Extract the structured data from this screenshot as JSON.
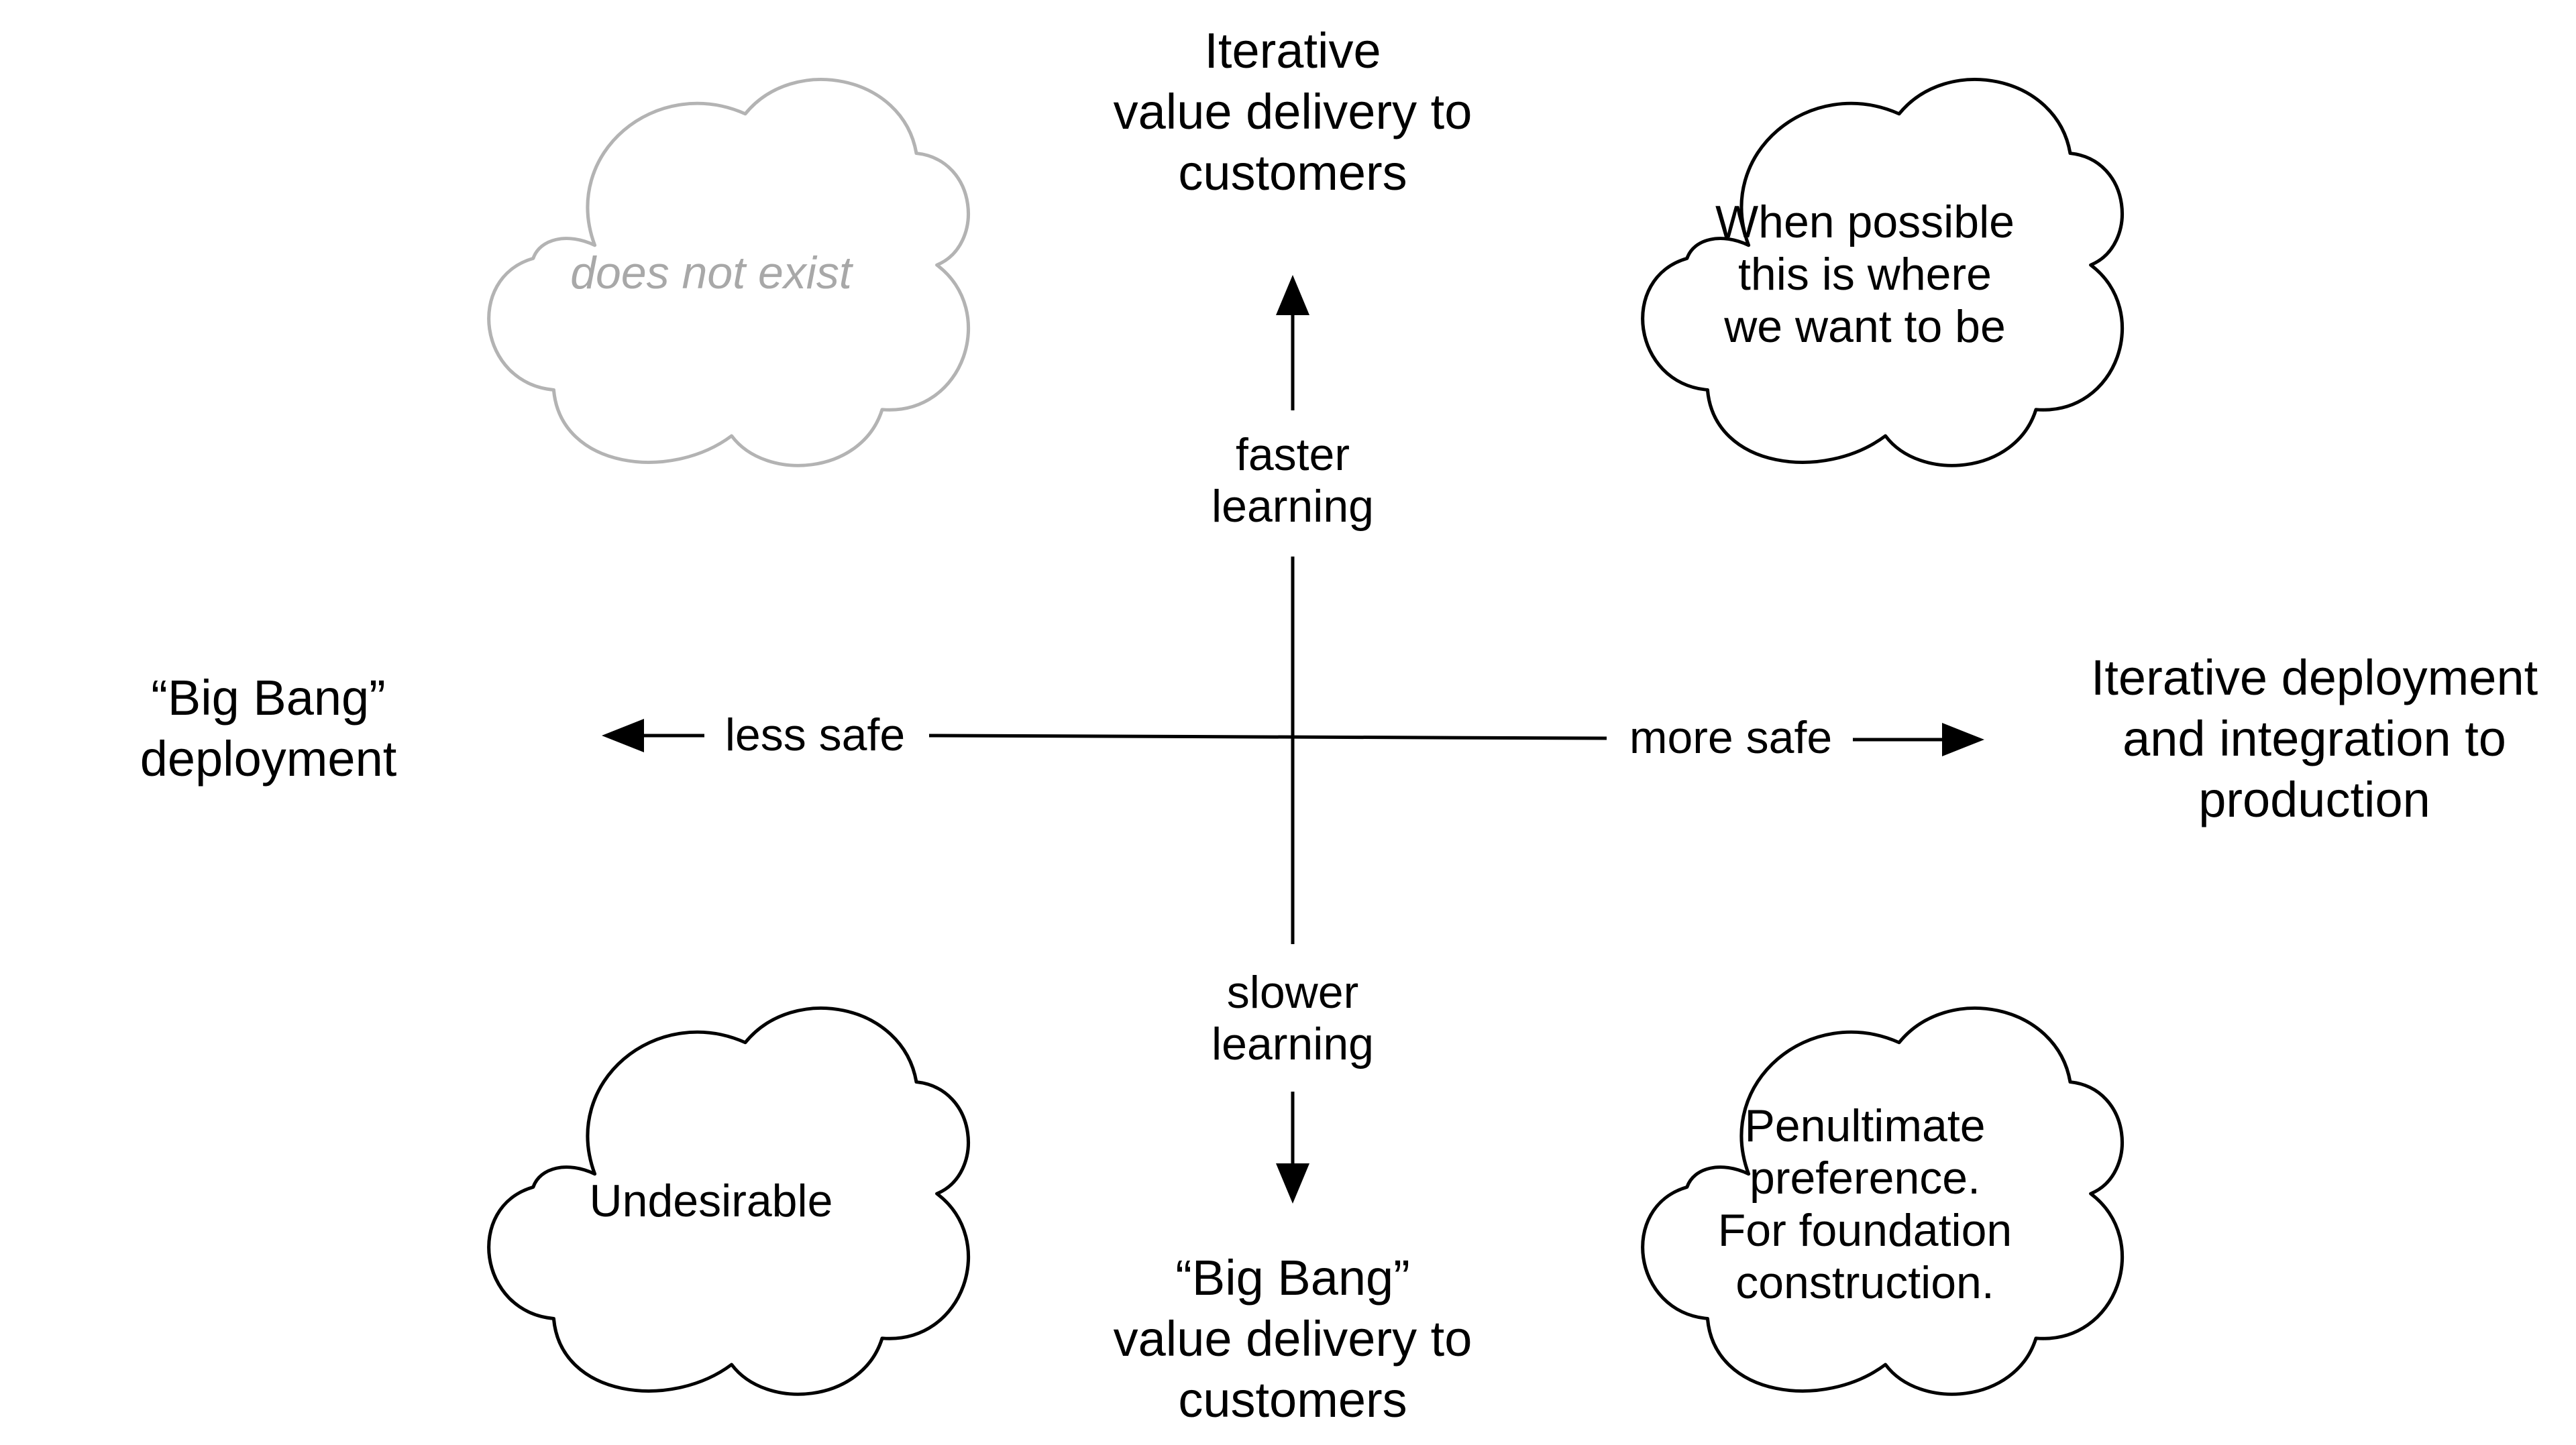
{
  "top_label": "Iterative\nvalue delivery to\ncustomers",
  "bottom_label": "“Big Bang”\nvalue delivery to\ncustomers",
  "left_label": "“Big Bang”\ndeployment",
  "right_label": "Iterative deployment\nand integration to\nproduction",
  "axis_up_label": "faster\nlearning",
  "axis_down_label": "slower\nlearning",
  "axis_left_label": "less safe",
  "axis_right_label": "more safe",
  "cloud_top_left": "does not exist",
  "cloud_top_right": "When possible\nthis is where\nwe want to be",
  "cloud_bottom_left": "Undesirable",
  "cloud_bottom_right": "Penultimate\npreference.\nFor foundation\nconstruction.",
  "colors": {
    "ink": "#000000",
    "muted": "#a8a8a8"
  }
}
